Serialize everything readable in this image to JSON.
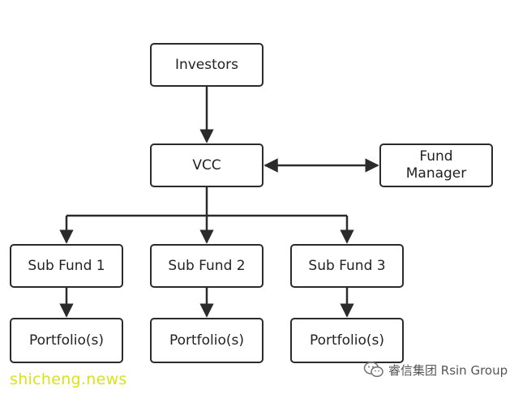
{
  "nodes": {
    "investors": "Investors",
    "vcc": "VCC",
    "fund_manager": "Fund\nManager",
    "sub_fund_1": "Sub Fund 1",
    "sub_fund_2": "Sub Fund 2",
    "sub_fund_3": "Sub Fund 3",
    "portfolio_1": "Portfolio(s)",
    "portfolio_2": "Portfolio(s)",
    "portfolio_3": "Portfolio(s)"
  },
  "edges": [
    {
      "from": "investors",
      "to": "vcc",
      "direction": "forward"
    },
    {
      "from": "vcc",
      "to": "fund_manager",
      "direction": "both"
    },
    {
      "from": "vcc",
      "to": "sub_fund_1",
      "direction": "forward"
    },
    {
      "from": "vcc",
      "to": "sub_fund_2",
      "direction": "forward"
    },
    {
      "from": "vcc",
      "to": "sub_fund_3",
      "direction": "forward"
    },
    {
      "from": "sub_fund_1",
      "to": "portfolio_1",
      "direction": "forward"
    },
    {
      "from": "sub_fund_2",
      "to": "portfolio_2",
      "direction": "forward"
    },
    {
      "from": "sub_fund_3",
      "to": "portfolio_3",
      "direction": "forward"
    }
  ],
  "watermarks": {
    "left": "shicheng.news",
    "right": "睿信集团 Rsin Group",
    "left_color": "#d9e21a",
    "icon": "wechat-icon"
  },
  "colors": {
    "line": "#2b2b2b",
    "box_border": "#2b2b2b",
    "background": "#ffffff"
  }
}
